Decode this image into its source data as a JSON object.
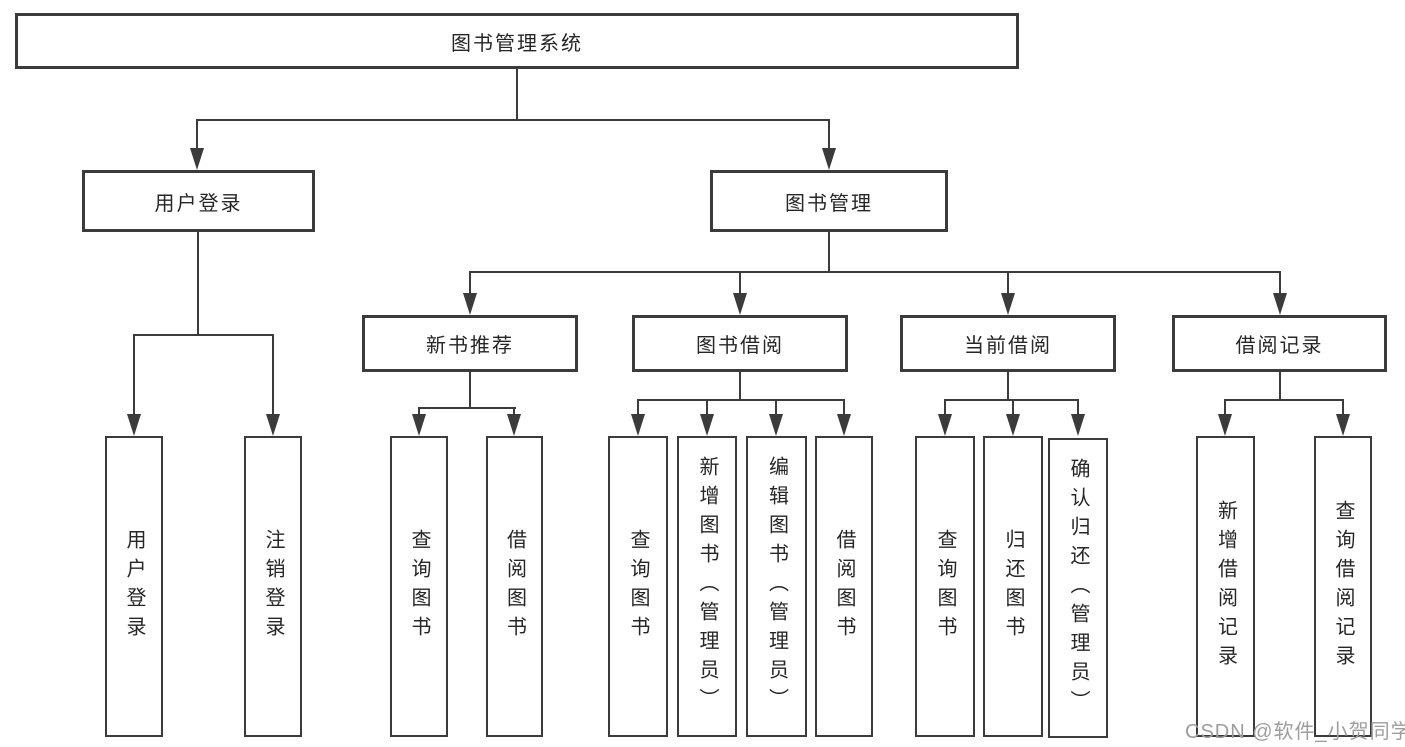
{
  "tree": {
    "root": {
      "label": "图书管理系统"
    },
    "branches": [
      {
        "label": "用户登录",
        "children": [
          {
            "label": "用户登录"
          },
          {
            "label": "注销登录"
          }
        ]
      },
      {
        "label": "图书管理",
        "children": [
          {
            "label": "新书推荐",
            "children": [
              {
                "label": "查询图书"
              },
              {
                "label": "借阅图书"
              }
            ]
          },
          {
            "label": "图书借阅",
            "children": [
              {
                "label": "查询图书"
              },
              {
                "label": "新增图书（管理员）"
              },
              {
                "label": "编辑图书（管理员）"
              },
              {
                "label": "借阅图书"
              }
            ]
          },
          {
            "label": "当前借阅",
            "children": [
              {
                "label": "查询图书"
              },
              {
                "label": "归还图书"
              },
              {
                "label": "确认归还（管理员）"
              }
            ]
          },
          {
            "label": "借阅记录",
            "children": [
              {
                "label": "新增借阅记录"
              },
              {
                "label": "查询借阅记录"
              }
            ]
          }
        ]
      }
    ]
  },
  "watermark": "CSDN @软件_小贺同学",
  "colors": {
    "line": "#3b3b3b",
    "text": "#262626",
    "box_fill": "#ffffff",
    "background": "#ffffff",
    "watermark": "#9d9d9d"
  }
}
